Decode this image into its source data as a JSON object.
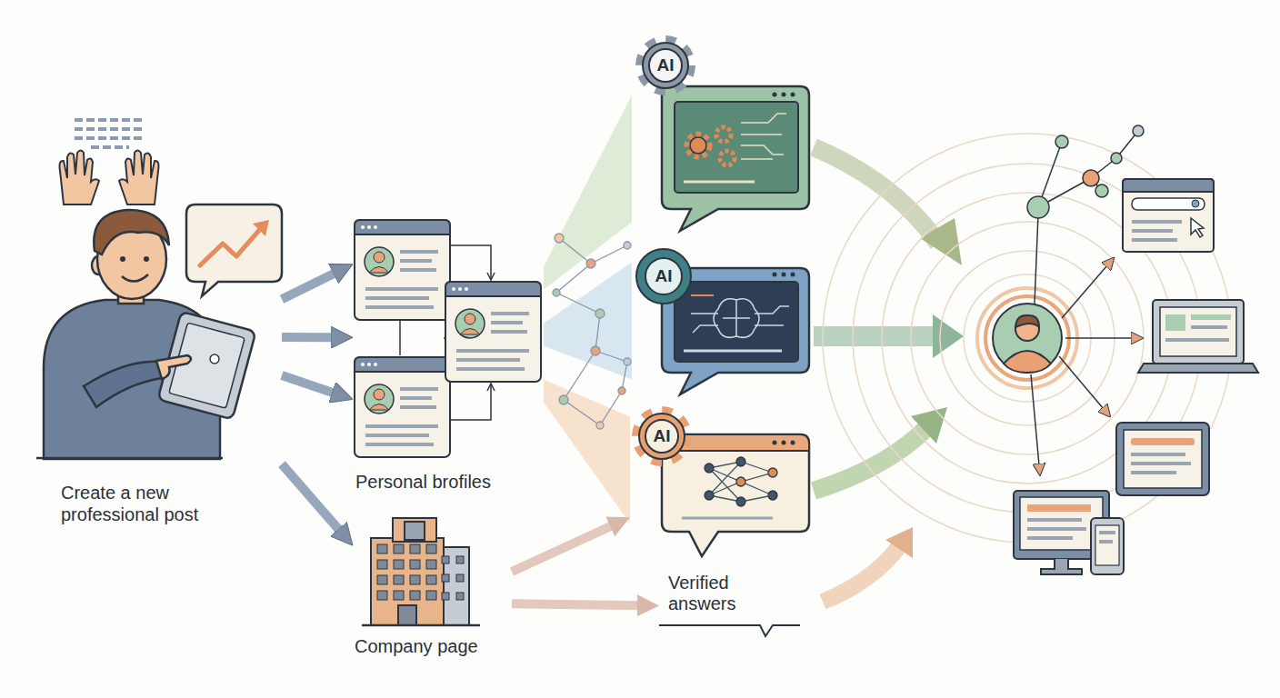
{
  "diagram": {
    "nodes": [
      {
        "text": [
          "Create a new professional post"
        ]
      },
      {
        "text": [
          "Personal brofiles"
        ]
      },
      {
        "text": [
          "Company page"
        ]
      },
      {
        "text": [
          "AI"
        ]
      },
      {
        "text": [
          "AI"
        ]
      },
      {
        "text": [
          "AI"
        ]
      },
      {
        "text": [
          "Verified answers"
        ]
      }
    ],
    "edges": [
      {
        "from": 0,
        "to": 1,
        "arrow": "to"
      },
      {
        "from": 0,
        "to": 1,
        "arrow": "to"
      },
      {
        "from": 0,
        "to": 1,
        "arrow": "to"
      },
      {
        "from": 0,
        "to": 2,
        "arrow": "to"
      },
      {
        "from": 1,
        "to": 3,
        "arrow": "none"
      },
      {
        "from": 1,
        "to": 4,
        "arrow": "none"
      },
      {
        "from": 1,
        "to": 5,
        "arrow": "none"
      },
      {
        "from": 2,
        "to": 5,
        "arrow": "to"
      },
      {
        "from": 2,
        "to": 6,
        "arrow": "to"
      }
    ]
  }
}
